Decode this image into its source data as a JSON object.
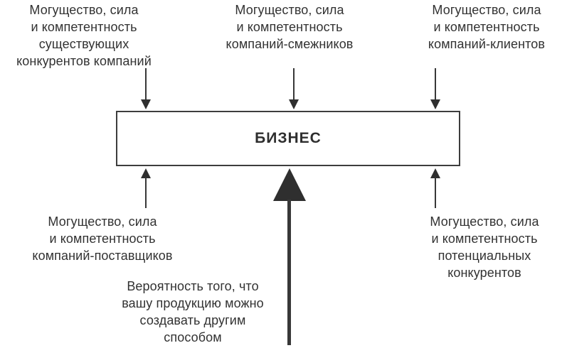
{
  "business_box": {
    "label": "БИЗНЕС"
  },
  "factors": {
    "existing_competitors": {
      "text": "Могущество, сила\nи компетентность\nсуществующих\nконкурентов компаний"
    },
    "adjacent_companies": {
      "text": "Могущество, сила\nи компетентность\nкомпаний-смежников"
    },
    "client_companies": {
      "text": "Могущество, сила\nи компетентность\nкомпаний-клиентов"
    },
    "supplier_companies": {
      "text": "Могущество, сила\nи компетентность\nкомпаний-поставщиков"
    },
    "potential_competitors": {
      "text": "Могущество, сила\nи компетентность\nпотенциальных\nконкурентов"
    },
    "substitute_probability": {
      "text": "Вероятность того, что\nвашу продукцию можно\nсоздавать другим\nспособом"
    }
  },
  "colors": {
    "text": "#323232",
    "line": "#383838",
    "background": "#ffffff"
  }
}
